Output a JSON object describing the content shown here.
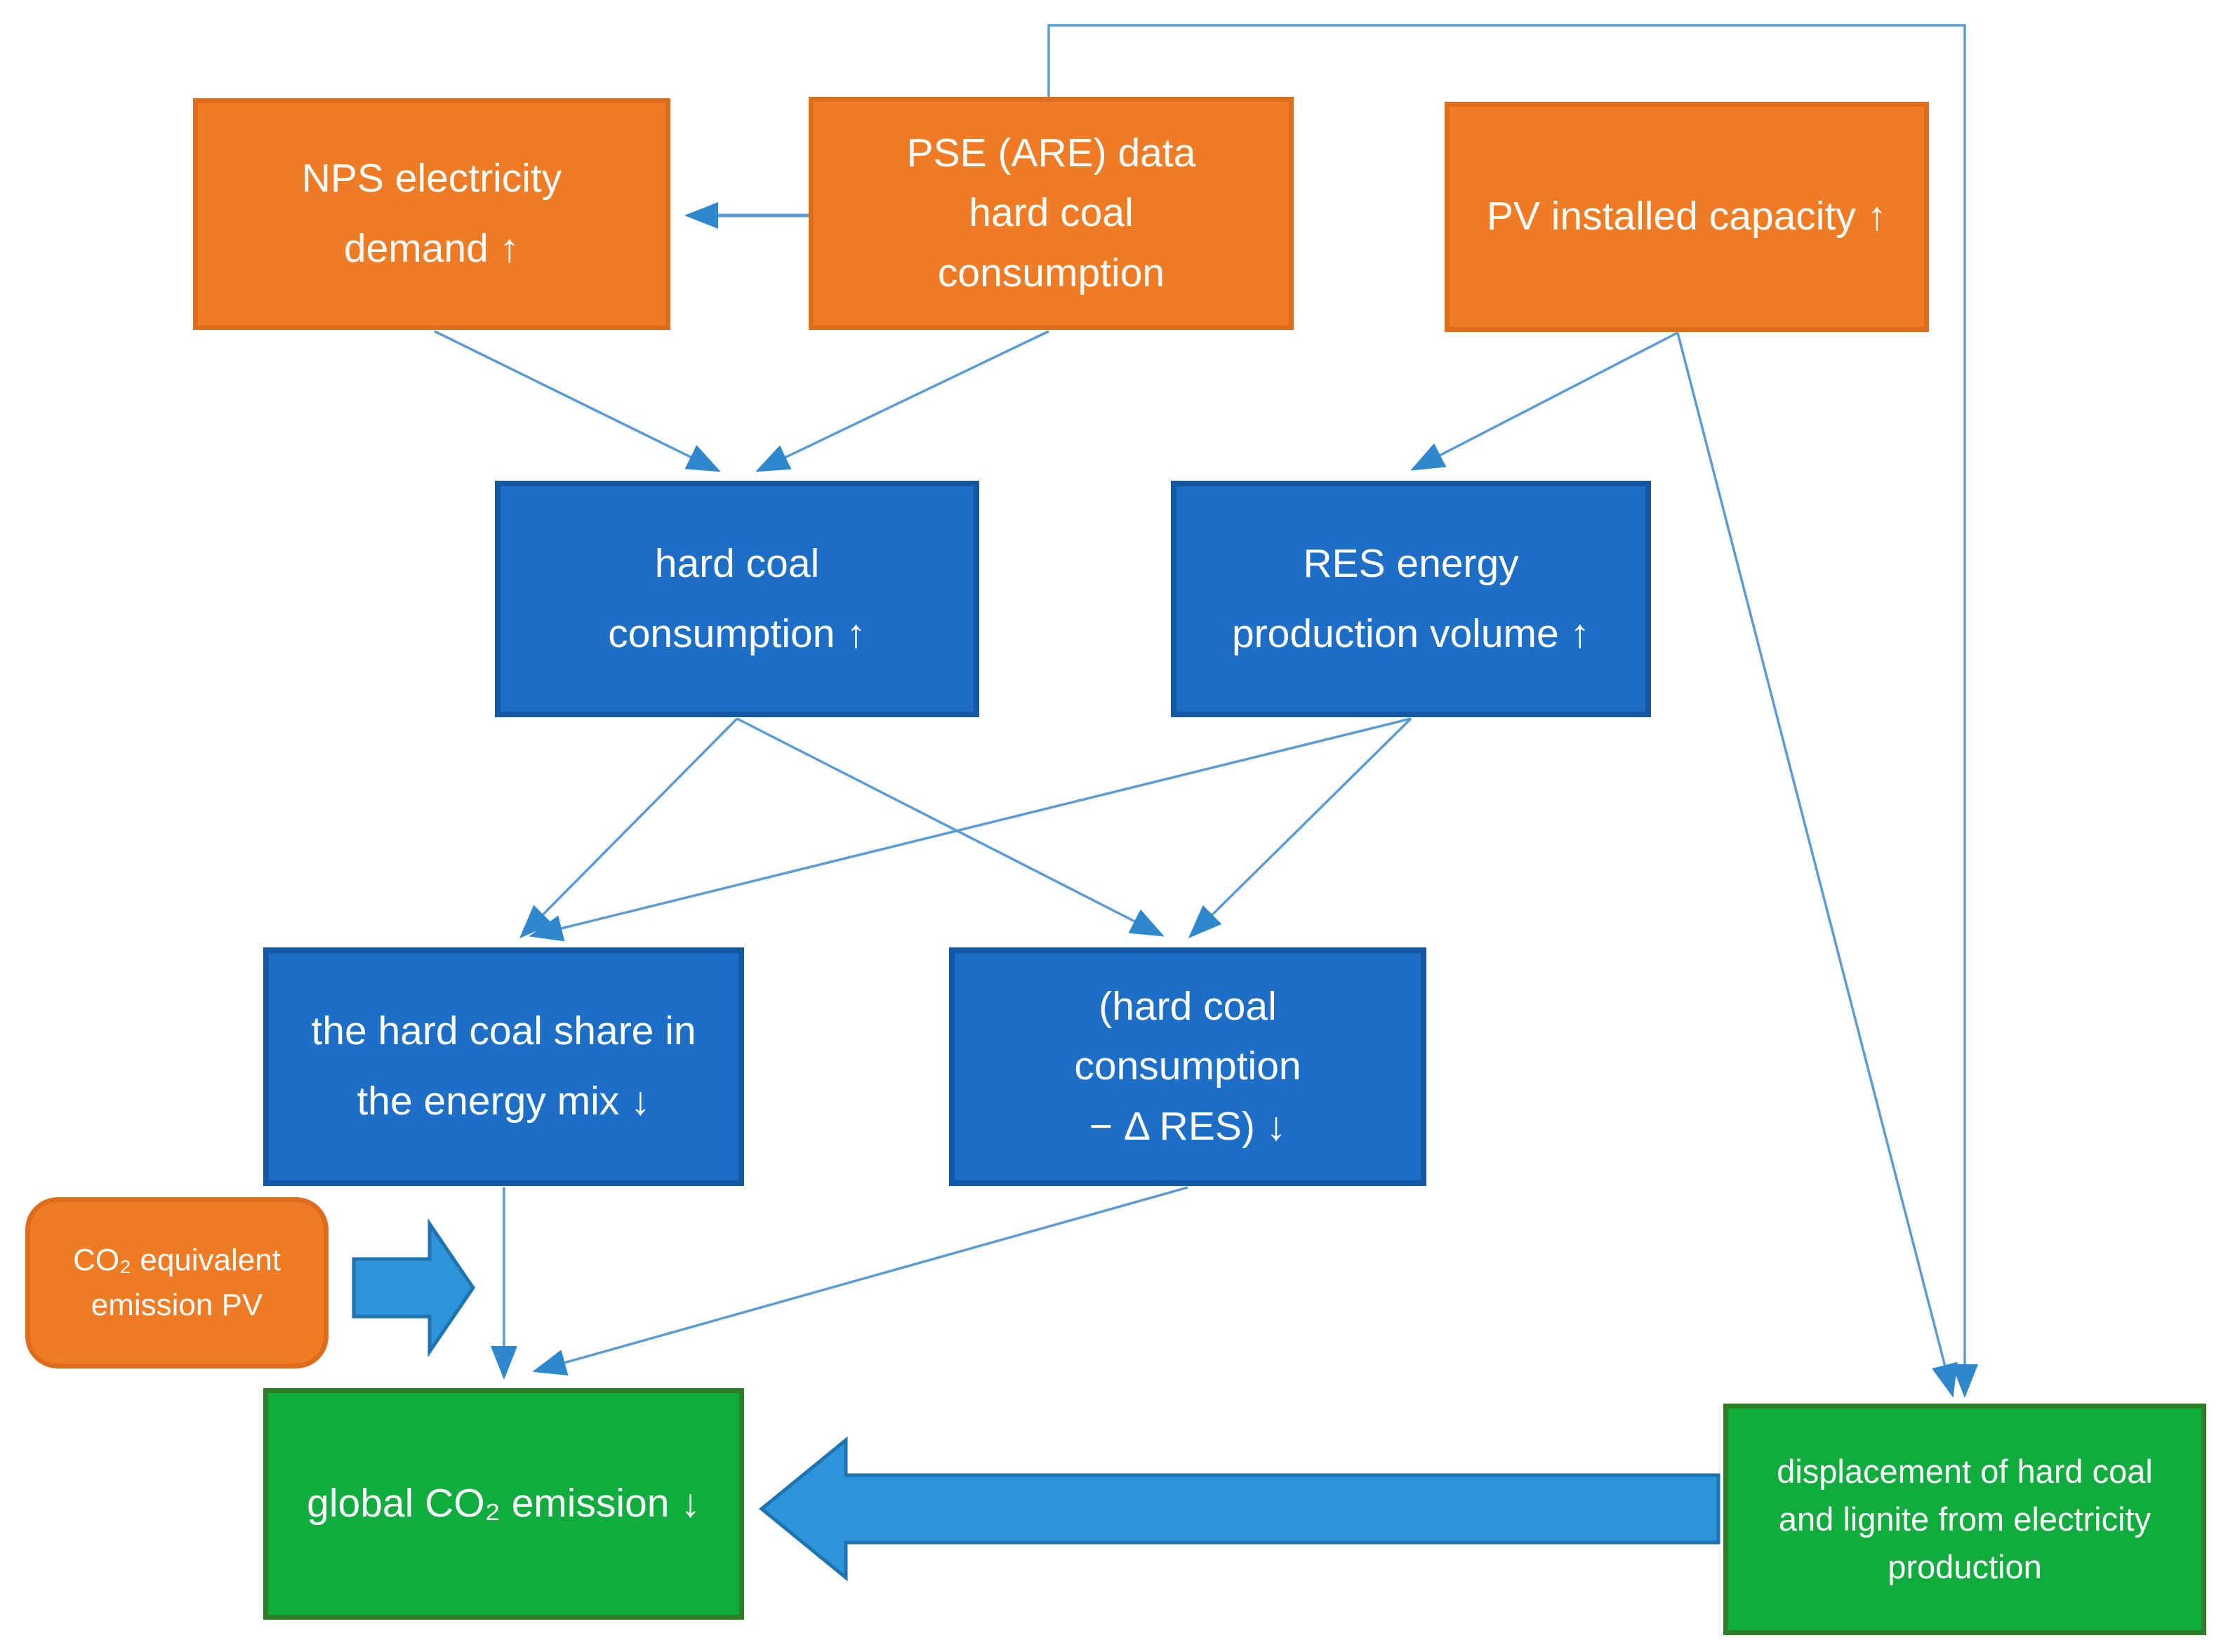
{
  "diagram": {
    "boxes": {
      "nps": {
        "label": "NPS electricity\ndemand  ↑",
        "color_role": "orange"
      },
      "pse": {
        "label": "PSE (ARE) data\nhard coal\nconsumption",
        "color_role": "orange"
      },
      "pv": {
        "label": "PV installed capacity ↑",
        "color_role": "orange"
      },
      "hard_coal": {
        "label": "hard coal\nconsumption ↑",
        "color_role": "blue"
      },
      "res": {
        "label": "RES energy\nproduction volume ↑",
        "color_role": "blue"
      },
      "share": {
        "label": "the hard coal share in\nthe energy mix ↓",
        "color_role": "blue"
      },
      "delta": {
        "label": "(hard coal\nconsumption\n− Δ RES) ↓",
        "color_role": "blue"
      },
      "co2eq": {
        "label": "CO₂ equivalent\nemission PV",
        "color_role": "orange"
      },
      "global": {
        "label": "global CO₂ emission ↓",
        "color_role": "green"
      },
      "displacement": {
        "label": "displacement of hard coal\nand lignite  from electricity\nproduction",
        "color_role": "green"
      }
    },
    "connections": [
      {
        "from": "pse",
        "to": "nps",
        "style": "line-arrow"
      },
      {
        "from": "nps",
        "to": "hard_coal",
        "style": "line-arrow"
      },
      {
        "from": "pse",
        "to": "hard_coal",
        "style": "line-arrow"
      },
      {
        "from": "pv",
        "to": "res",
        "style": "line-arrow"
      },
      {
        "from": "pse",
        "to": "displacement",
        "style": "line-arrow",
        "route": "up and around top edge"
      },
      {
        "from": "pv",
        "to": "displacement",
        "style": "line-arrow"
      },
      {
        "from": "hard_coal",
        "to": "share",
        "style": "line-arrow"
      },
      {
        "from": "hard_coal",
        "to": "delta",
        "style": "line-arrow"
      },
      {
        "from": "res",
        "to": "share",
        "style": "line-arrow"
      },
      {
        "from": "res",
        "to": "delta",
        "style": "line-arrow"
      },
      {
        "from": "share",
        "to": "global",
        "style": "line-arrow"
      },
      {
        "from": "delta",
        "to": "global",
        "style": "line-arrow"
      },
      {
        "from": "co2eq",
        "to": "global",
        "style": "thick-block-arrow"
      },
      {
        "from": "displacement",
        "to": "global",
        "style": "thick-block-arrow"
      }
    ],
    "colors": {
      "orange_fill": "#F07B25",
      "orange_border": "#DD6D1C",
      "blue_fill": "#1C6EC6",
      "blue_border": "#1559A5",
      "green_fill": "#10AC3E",
      "green_border": "#2F7D28",
      "connector": "#5B9BD5",
      "arrowhead": "#2F88CE",
      "block_arrow_fill": "#2D94DA",
      "block_arrow_border": "#1E74B0"
    }
  }
}
